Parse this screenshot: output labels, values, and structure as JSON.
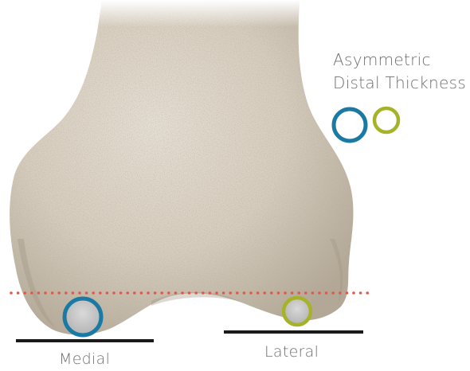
{
  "title": {
    "line1": "Asymmetric",
    "line2": "Distal Thickness"
  },
  "condyles": {
    "medial_label": "Medial",
    "lateral_label": "Lateral"
  },
  "colors": {
    "medial_ring": "#1a7aa3",
    "lateral_ring": "#a6b227",
    "resection_line": "#e4574a",
    "ground_line": "#1a1a1a",
    "bone_light": "#e4ddd1",
    "bone_mid": "#cfc6b7",
    "bone_dark": "#a79d8c",
    "text": "#6f6f6f"
  },
  "legend_icons": [
    "medial-thickness-ring",
    "lateral-thickness-ring"
  ],
  "illustration": "distal-femur-bone"
}
